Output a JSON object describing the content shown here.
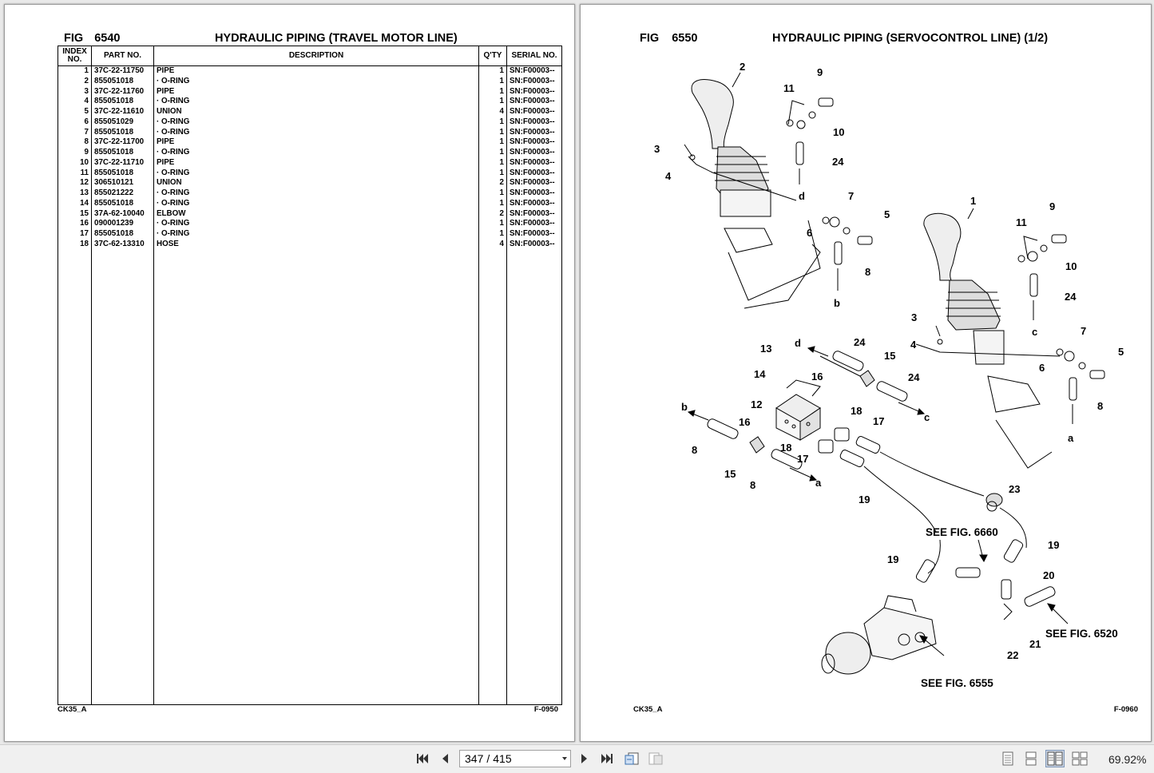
{
  "left_page": {
    "fig_label": "FIG",
    "fig_number": "6540",
    "title": "HYDRAULIC PIPING (TRAVEL MOTOR LINE)",
    "columns": {
      "index": "INDEX NO.",
      "part": "PART NO.",
      "description": "DESCRIPTION",
      "qty": "Q'TY",
      "serial": "SERIAL NO."
    },
    "rows": [
      {
        "index": "1",
        "part": "37C-22-11750",
        "desc": "PIPE",
        "qty": "1",
        "serial": "SN:F00003--"
      },
      {
        "index": "2",
        "part": "855051018",
        "desc": "·  O-RING",
        "qty": "1",
        "serial": "SN:F00003--"
      },
      {
        "index": "3",
        "part": "37C-22-11760",
        "desc": "PIPE",
        "qty": "1",
        "serial": "SN:F00003--"
      },
      {
        "index": "4",
        "part": "855051018",
        "desc": "·  O-RING",
        "qty": "1",
        "serial": "SN:F00003--"
      },
      {
        "index": "5",
        "part": "37C-22-11610",
        "desc": "UNION",
        "qty": "4",
        "serial": "SN:F00003--"
      },
      {
        "index": "6",
        "part": "855051029",
        "desc": "·  O-RING",
        "qty": "1",
        "serial": "SN:F00003--"
      },
      {
        "index": "7",
        "part": "855051018",
        "desc": "·  O-RING",
        "qty": "1",
        "serial": "SN:F00003--"
      },
      {
        "index": "8",
        "part": "37C-22-11700",
        "desc": "PIPE",
        "qty": "1",
        "serial": "SN:F00003--"
      },
      {
        "index": "9",
        "part": "855051018",
        "desc": "·  O-RING",
        "qty": "1",
        "serial": "SN:F00003--"
      },
      {
        "index": "10",
        "part": "37C-22-11710",
        "desc": "PIPE",
        "qty": "1",
        "serial": "SN:F00003--"
      },
      {
        "index": "11",
        "part": "855051018",
        "desc": "·  O-RING",
        "qty": "1",
        "serial": "SN:F00003--"
      },
      {
        "index": "12",
        "part": "306510121",
        "desc": "UNION",
        "qty": "2",
        "serial": "SN:F00003--"
      },
      {
        "index": "13",
        "part": "855021222",
        "desc": "·  O-RING",
        "qty": "1",
        "serial": "SN:F00003--"
      },
      {
        "index": "14",
        "part": "855051018",
        "desc": "·  O-RING",
        "qty": "1",
        "serial": "SN:F00003--"
      },
      {
        "index": "15",
        "part": "37A-62-10040",
        "desc": "ELBOW",
        "qty": "2",
        "serial": "SN:F00003--"
      },
      {
        "index": "16",
        "part": "090001239",
        "desc": "·  O-RING",
        "qty": "1",
        "serial": "SN:F00003--"
      },
      {
        "index": "17",
        "part": "855051018",
        "desc": "·  O-RING",
        "qty": "1",
        "serial": "SN:F00003--"
      },
      {
        "index": "18",
        "part": "37C-62-13310",
        "desc": "HOSE",
        "qty": "4",
        "serial": "SN:F00003--"
      }
    ],
    "footer_left": "CK35_A",
    "footer_right": "F-0950"
  },
  "right_page": {
    "fig_label": "FIG",
    "fig_number": "6550",
    "title": "HYDRAULIC PIPING (SERVOCONTROL LINE) (1/2)",
    "callouts": [
      "1",
      "2",
      "3",
      "4",
      "5",
      "6",
      "7",
      "8",
      "9",
      "10",
      "11",
      "12",
      "13",
      "14",
      "15",
      "16",
      "17",
      "18",
      "19",
      "20",
      "21",
      "22",
      "23",
      "24",
      "a",
      "b",
      "c",
      "d"
    ],
    "references": [
      "SEE FIG. 6660",
      "SEE FIG. 6520",
      "SEE FIG. 6555"
    ],
    "footer_left": "CK35_A",
    "footer_right": "F-0960"
  },
  "toolbar": {
    "current_page": "347",
    "separator": "/",
    "total_pages": "415",
    "zoom": "69.92%"
  }
}
